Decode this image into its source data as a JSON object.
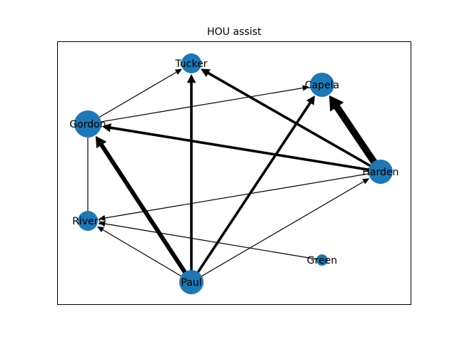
{
  "title": "HOU assist",
  "colors": {
    "node": "#1f77b4",
    "edge": "#000000",
    "frame": "#000000",
    "background": "#ffffff"
  },
  "graph": {
    "directed": true,
    "nodes": [
      {
        "id": "Tucker",
        "label": "Tucker",
        "size": "medium"
      },
      {
        "id": "Capela",
        "label": "Capela",
        "size": "large"
      },
      {
        "id": "Gordon",
        "label": "Gordon",
        "size": "x-large"
      },
      {
        "id": "Harden",
        "label": "Harden",
        "size": "large"
      },
      {
        "id": "Rivers",
        "label": "Rivers",
        "size": "medium"
      },
      {
        "id": "Green",
        "label": "Green",
        "size": "small"
      },
      {
        "id": "Paul",
        "label": "Paul",
        "size": "large"
      }
    ],
    "edges": [
      {
        "source": "Gordon",
        "target": "Tucker",
        "weight": 1
      },
      {
        "source": "Gordon",
        "target": "Capela",
        "weight": 1
      },
      {
        "source": "Gordon",
        "target": "Rivers",
        "weight": 1,
        "directed": false
      },
      {
        "source": "Harden",
        "target": "Gordon",
        "weight": 3
      },
      {
        "source": "Harden",
        "target": "Tucker",
        "weight": 3
      },
      {
        "source": "Harden",
        "target": "Capela",
        "weight": 8
      },
      {
        "source": "Harden",
        "target": "Rivers",
        "weight": 1
      },
      {
        "source": "Paul",
        "target": "Gordon",
        "weight": 5
      },
      {
        "source": "Paul",
        "target": "Tucker",
        "weight": 3
      },
      {
        "source": "Paul",
        "target": "Capela",
        "weight": 3
      },
      {
        "source": "Paul",
        "target": "Harden",
        "weight": 1
      },
      {
        "source": "Paul",
        "target": "Rivers",
        "weight": 1
      },
      {
        "source": "Green",
        "target": "Rivers",
        "weight": 1
      }
    ]
  }
}
